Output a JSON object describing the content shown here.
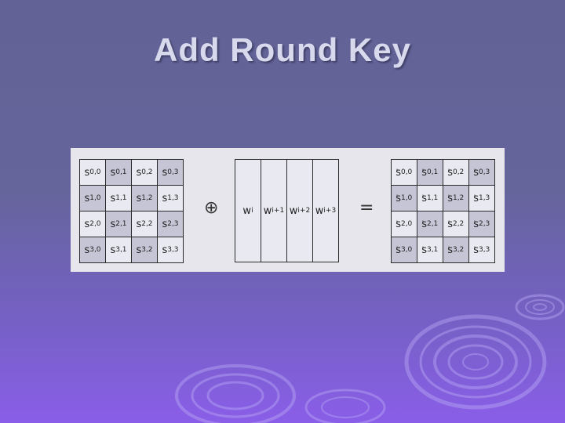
{
  "title": "Add Round Key",
  "state_matrix": [
    [
      "0,0",
      "0,1",
      "0,2",
      "0,3"
    ],
    [
      "1,0",
      "1,1",
      "1,2",
      "1,3"
    ],
    [
      "2,0",
      "2,1",
      "2,2",
      "2,3"
    ],
    [
      "3,0",
      "3,1",
      "3,2",
      "3,3"
    ]
  ],
  "state_symbol": "s",
  "result_symbol": "s'",
  "key_symbol": "w",
  "key_subscripts": [
    "i",
    "i+1",
    "i+2",
    "i+3"
  ],
  "xor_operator": "⊕",
  "equals_operator": "=",
  "colors": {
    "panel": "#e6e6ec",
    "cell_light": "#e9e9f1",
    "cell_dark": "#c5c5d6",
    "title": "#d9d9ee"
  }
}
